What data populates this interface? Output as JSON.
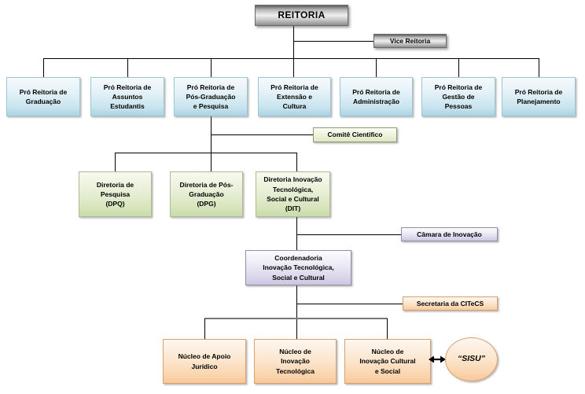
{
  "org_chart": {
    "root": {
      "label": "REITORIA"
    },
    "vice": {
      "label": "Vice Reitoria"
    },
    "pro_reitorias": [
      {
        "label": "Pró Reitoria de\nGraduação"
      },
      {
        "label": "Pró Reitoria de\nAssuntos\nEstudantis"
      },
      {
        "label": "Pró Reitoria de\nPós-Graduação\ne Pesquisa"
      },
      {
        "label": "Pró Reitoria de\nExtensão e\nCultura"
      },
      {
        "label": "Pró Reitoria de\nAdministração"
      },
      {
        "label": "Pró Reitoria de\nGestão de\nPessoas"
      },
      {
        "label": "Pró Reitoria de\nPlanejamento"
      }
    ],
    "comite": {
      "label": "Comitê Cientifico"
    },
    "diretorias": [
      {
        "label": "Diretoria de\nPesquisa\n(DPQ)"
      },
      {
        "label": "Diretoria de Pós-\nGraduação\n(DPG)"
      },
      {
        "label": "Diretoria Inovação\nTecnológica,\nSocial e Cultural\n(DIT)"
      }
    ],
    "camara": {
      "label": "Câmara de Inovação"
    },
    "coordenadoria": {
      "label": "Coordenadoria\nInovação Tecnológica,\nSocial e Cultural"
    },
    "secretaria": {
      "label": "Secretaria da CITeCS"
    },
    "nucleos": [
      {
        "label": "Núcleo de Apoio\nJurídico"
      },
      {
        "label": "Núcleo de\nInovação\nTecnológica"
      },
      {
        "label": "Núcleo de\nInovação Cultural\ne Social"
      }
    ],
    "sisu": {
      "label": "“SISU”"
    }
  },
  "colors": {
    "line": "#000000",
    "bottom_bus_line": "#787878",
    "gray_box_border": "#6b6b6b",
    "blue_box_border": "#9cc6d8",
    "green_box_border": "#afb992",
    "purple_box_border": "#938daa",
    "peach_box_border": "#db9e6d",
    "text": "#000000",
    "background": "#ffffff"
  }
}
